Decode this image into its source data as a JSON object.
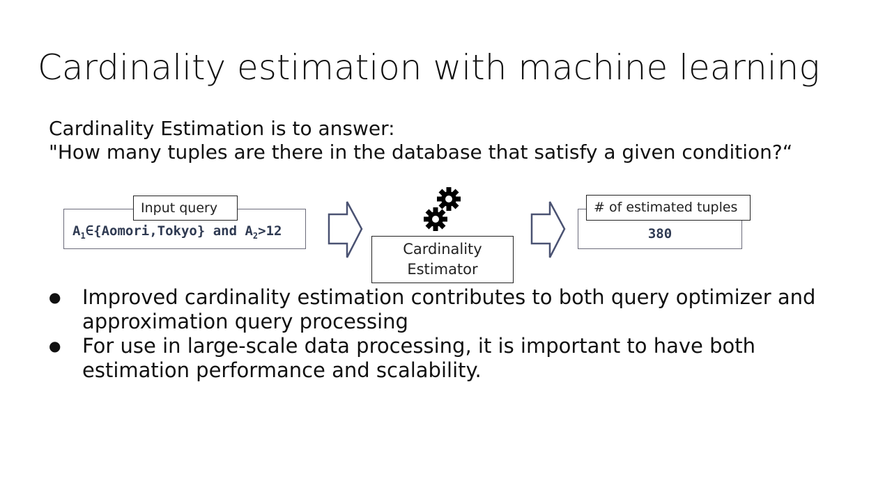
{
  "slide": {
    "title": "Cardinality estimation with machine learning",
    "intro_line1": "Cardinality Estimation is to answer:",
    "intro_line2": "\"How many tuples are there in the database that satisfy a given condition?“"
  },
  "diagram": {
    "input_label": "Input query",
    "query": {
      "a1": "A",
      "sub1": "1",
      "mid": "∈{Aomori,Tokyo} and A",
      "sub2": "2",
      "tail": ">12"
    },
    "estimator_line1": "Cardinality",
    "estimator_line2": "Estimator",
    "gear_icon": "gears-icon",
    "output_label": "# of estimated tuples",
    "output_value": "380",
    "colors": {
      "arrow": "#4a5272",
      "box_border": "#6b6b7a",
      "query_text": "#2f3a52"
    }
  },
  "bullets": [
    {
      "marker": "●",
      "text": "Improved cardinality estimation contributes to both query optimizer and approximation query processing"
    },
    {
      "marker": "●",
      "text": "For use in large-scale data processing, it is important to have both estimation performance and scalability."
    }
  ]
}
